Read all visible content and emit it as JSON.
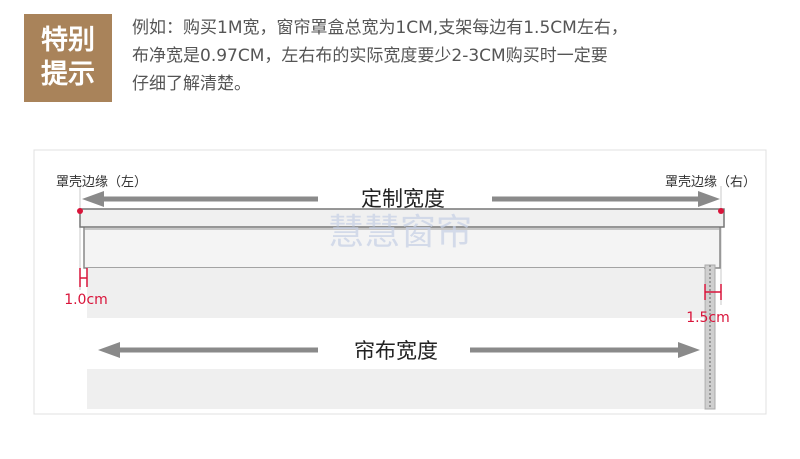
{
  "badge": {
    "line1": "特别",
    "line2": "提示"
  },
  "note": {
    "line1": "例如：购买1M宽，窗帘罩盒总宽为1CM,支架每边有1.5CM左右，",
    "line2": "布净宽是0.97CM，左右布的实际宽度要少2-3CM购买时一定要",
    "line3": "仔细了解清楚。"
  },
  "diagram": {
    "left_edge_label": "罩壳边缘（左）",
    "right_edge_label": "罩壳边缘（右）",
    "custom_width_label": "定制宽度",
    "watermark": "慧慧窗帘",
    "left_gap_label": "1.0cm",
    "right_gap_label": "1.5cm",
    "fabric_width_label": "帘布宽度"
  },
  "colors": {
    "badge_bg": "#a9835a",
    "marker_red": "#d9143a",
    "arrow_gray": "#8a8a8a"
  }
}
